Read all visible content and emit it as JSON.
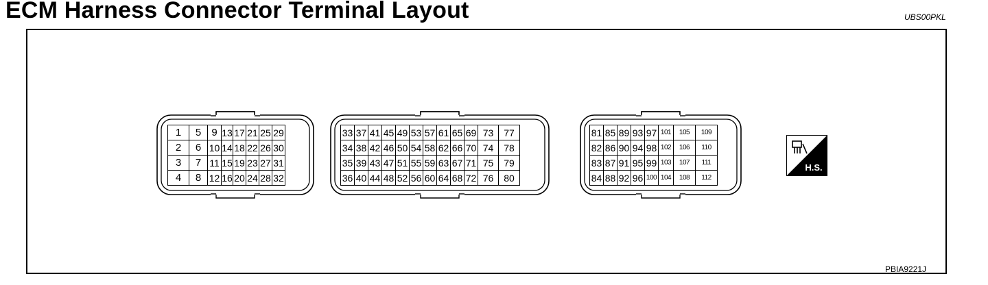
{
  "title": "ECM Harness Connector Terminal Layout",
  "figure_code_top": "UBS00PKL",
  "figure_code_bottom": "PBIA9221J",
  "hs_label": "H.S.",
  "connectors": [
    {
      "name": "connector-1",
      "rows": [
        [
          "1",
          "5",
          "9",
          "13",
          "17",
          "21",
          "25",
          "29"
        ],
        [
          "2",
          "6",
          "10",
          "14",
          "18",
          "22",
          "26",
          "30"
        ],
        [
          "3",
          "7",
          "11",
          "15",
          "19",
          "23",
          "27",
          "31"
        ],
        [
          "4",
          "8",
          "12",
          "16",
          "20",
          "24",
          "28",
          "32"
        ]
      ]
    },
    {
      "name": "connector-2",
      "rows": [
        [
          "33",
          "37",
          "41",
          "45",
          "49",
          "53",
          "57",
          "61",
          "65",
          "69",
          "73",
          "77"
        ],
        [
          "34",
          "38",
          "42",
          "46",
          "50",
          "54",
          "58",
          "62",
          "66",
          "70",
          "74",
          "78"
        ],
        [
          "35",
          "39",
          "43",
          "47",
          "51",
          "55",
          "59",
          "63",
          "67",
          "71",
          "75",
          "79"
        ],
        [
          "36",
          "40",
          "44",
          "48",
          "52",
          "56",
          "60",
          "64",
          "68",
          "72",
          "76",
          "80"
        ]
      ]
    },
    {
      "name": "connector-3",
      "rows": [
        [
          "81",
          "85",
          "89",
          "93",
          "97",
          "101",
          "105",
          "109"
        ],
        [
          "82",
          "86",
          "90",
          "94",
          "98",
          "102",
          "106",
          "110"
        ],
        [
          "83",
          "87",
          "91",
          "95",
          "99",
          "103",
          "107",
          "111"
        ],
        [
          "84",
          "88",
          "92",
          "96",
          "100",
          "104",
          "108",
          "112"
        ]
      ]
    }
  ]
}
